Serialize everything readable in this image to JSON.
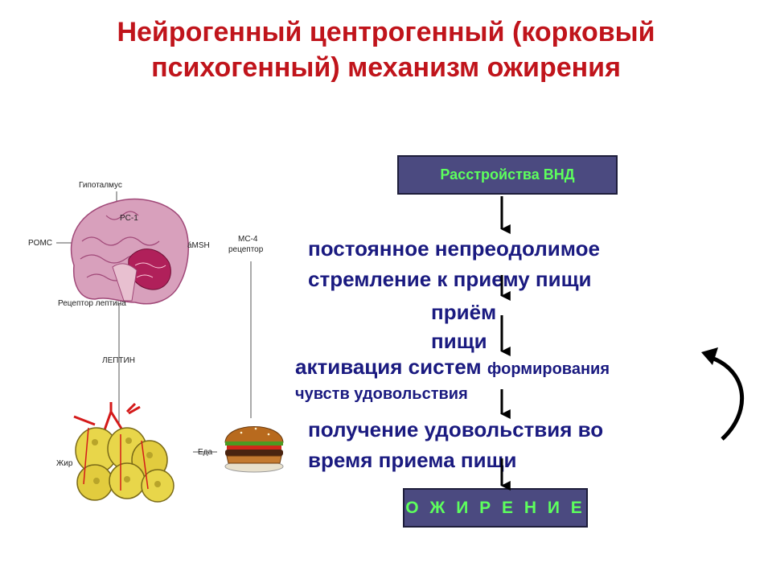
{
  "title": {
    "line1": "Нейрогенный центрогенный (корковый",
    "line2": "психогенный) механизм ожирения"
  },
  "flow": {
    "box_top": "Расстройства ВНД",
    "step1_line1": "постоянное непреодолимое",
    "step1_line2": "стремление к приему пищи",
    "step2_line1": "приём",
    "step2_line2": "пищи",
    "step3_big": "активация систем",
    "step3_small": "формирования",
    "step3_line2": "чувств удовольствия",
    "step4_line1": "получение удовольствия во",
    "step4_line2": "время приема пищи",
    "box_bottom": "О Ж И Р Е Н И Е"
  },
  "illustration": {
    "labels": {
      "hypothalamus": "Гипоталмус",
      "pc1": "PC-1",
      "pomc": "POMC",
      "amsh": "áMSH",
      "mc4_line1": "MC-4",
      "mc4_line2": "рецептор",
      "leptin_receptor": "Рецептор лептина",
      "leptin": "ЛЕПТИН",
      "food": "Еда",
      "fat": "Жир"
    }
  },
  "colors": {
    "title": "#c0141b",
    "box_fill": "#4b4a80",
    "box_text": "#5dff5d",
    "flow_text": "#1a1a80",
    "arrows": "#000000"
  }
}
